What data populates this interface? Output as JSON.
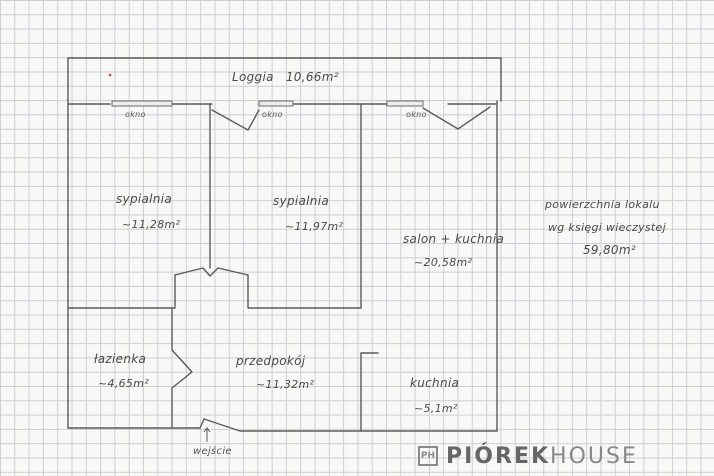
{
  "loggia": {
    "name": "Loggia",
    "area": "10,66m²"
  },
  "windows": [
    "okno",
    "okno",
    "okno"
  ],
  "rooms": {
    "bedroom1": {
      "name": "sypialnia",
      "area": "~11,28m²"
    },
    "bedroom2": {
      "name": "sypialnia",
      "area": "~11,97m²"
    },
    "living": {
      "name": "salon + kuchnia",
      "area": "~20,58m²"
    },
    "bathroom": {
      "name": "łazienka",
      "area": "~4,65m²"
    },
    "hall": {
      "name": "przedpokój",
      "area": "~11,32m²"
    },
    "kitchen": {
      "name": "kuchnia",
      "area": "~5,1m²"
    }
  },
  "entrance": "wejście",
  "summary": {
    "line1": "powierzchnia lokalu",
    "line2": "wg księgi wieczystej",
    "value": "59,80m²"
  },
  "brand": {
    "mark": "PH",
    "bold": "PIÓREK",
    "light": "HOUSE"
  }
}
